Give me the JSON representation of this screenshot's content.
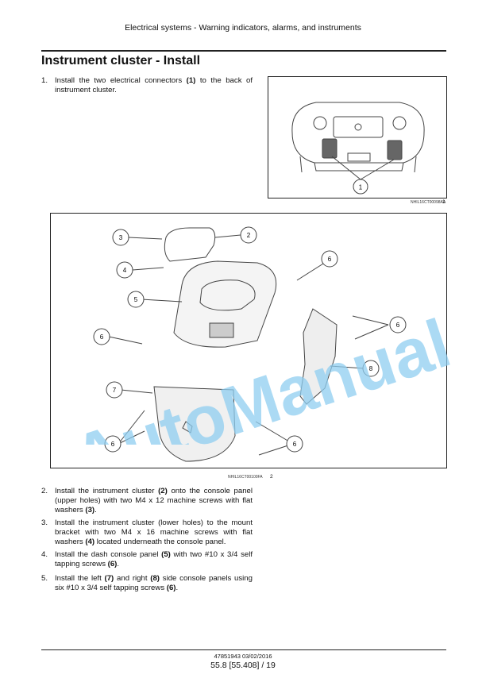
{
  "header": "Electrical systems - Warning indicators, alarms, and instruments",
  "title": "Instrument cluster - Install",
  "steps": [
    {
      "num": "1.",
      "parts": [
        {
          "t": "Install the two electrical connectors "
        },
        {
          "t": "(1)",
          "b": true
        },
        {
          "t": " to the back of instrument cluster."
        }
      ]
    },
    {
      "num": "2.",
      "parts": [
        {
          "t": "Install the instrument cluster "
        },
        {
          "t": "(2)",
          "b": true
        },
        {
          "t": " onto the console panel (upper holes) with two M4 x 12 machine screws with flat washers "
        },
        {
          "t": "(3)",
          "b": true
        },
        {
          "t": "."
        }
      ]
    },
    {
      "num": "3.",
      "parts": [
        {
          "t": "Install the instrument cluster (lower holes) to the mount bracket with two M4 x 16 machine screws with flat washers "
        },
        {
          "t": "(4)",
          "b": true
        },
        {
          "t": " located underneath the console panel."
        }
      ]
    },
    {
      "num": "4.",
      "parts": [
        {
          "t": "Install the dash console panel "
        },
        {
          "t": "(5)",
          "b": true
        },
        {
          "t": " with two #10 x 3/4 self tapping screws "
        },
        {
          "t": "(6)",
          "b": true
        },
        {
          "t": "."
        }
      ]
    },
    {
      "num": "5.",
      "parts": [
        {
          "t": "Install the left "
        },
        {
          "t": "(7)",
          "b": true
        },
        {
          "t": " and right "
        },
        {
          "t": "(8)",
          "b": true
        },
        {
          "t": " side console panels using six #10 x 3/4 self tapping screws "
        },
        {
          "t": "(6)",
          "b": true
        },
        {
          "t": "."
        }
      ]
    }
  ],
  "figures": {
    "fig1": {
      "code": "NHIL16CT00098AA",
      "number": "1",
      "callouts": [
        "1"
      ]
    },
    "fig2": {
      "code": "NHIL16CT00100FA",
      "number": "2",
      "callouts": [
        "3",
        "2",
        "4",
        "6",
        "5",
        "6",
        "6",
        "7",
        "8",
        "6",
        "6"
      ]
    }
  },
  "watermark": "AutoManual",
  "footer": {
    "doc_id": "47851943 03/02/2016",
    "page": "55.8 [55.408] / 19"
  }
}
